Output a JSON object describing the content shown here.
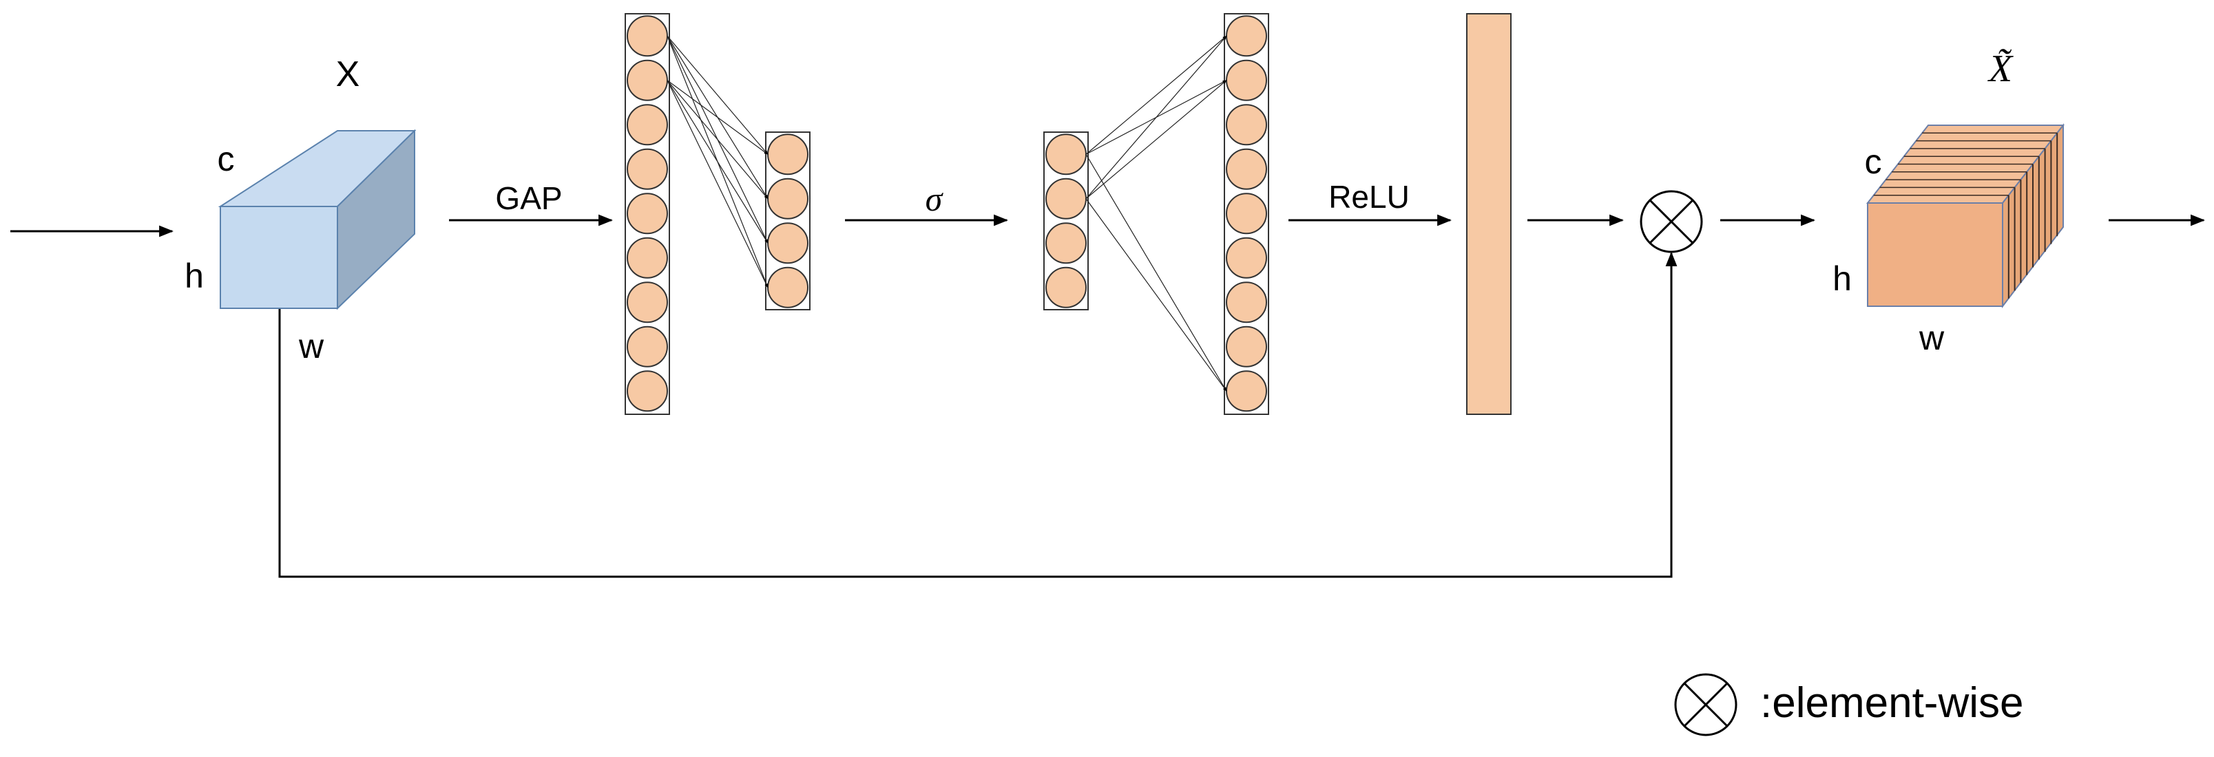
{
  "diagram": {
    "input_tensor": {
      "name": "X",
      "dims": {
        "c": "c",
        "h": "h",
        "w": "w"
      }
    },
    "output_tensor": {
      "name": "X̃",
      "dims": {
        "c": "c",
        "h": "h",
        "w": "w"
      }
    },
    "ops": {
      "gap": "GAP",
      "sigma": "σ",
      "relu": "ReLU"
    },
    "layers": {
      "fc_input_nodes": 9,
      "fc_hidden_nodes": 4,
      "fc2_input_nodes": 4,
      "fc2_output_nodes": 9
    },
    "legend": {
      "symbol": "⊗",
      "text": ":element-wise"
    },
    "colors": {
      "input_front": "#c5daf0",
      "input_top": "#c9dcf1",
      "input_side": "#97adc4",
      "input_edge": "#5b82ad",
      "node_fill": "#f7c9a4",
      "node_stroke": "#333333",
      "bar_fill": "#f7c9a4",
      "out_front": "#f0b085",
      "out_top": "#f4bf98",
      "out_side": "#e7a779",
      "out_edge": "#6b7fa8"
    }
  }
}
